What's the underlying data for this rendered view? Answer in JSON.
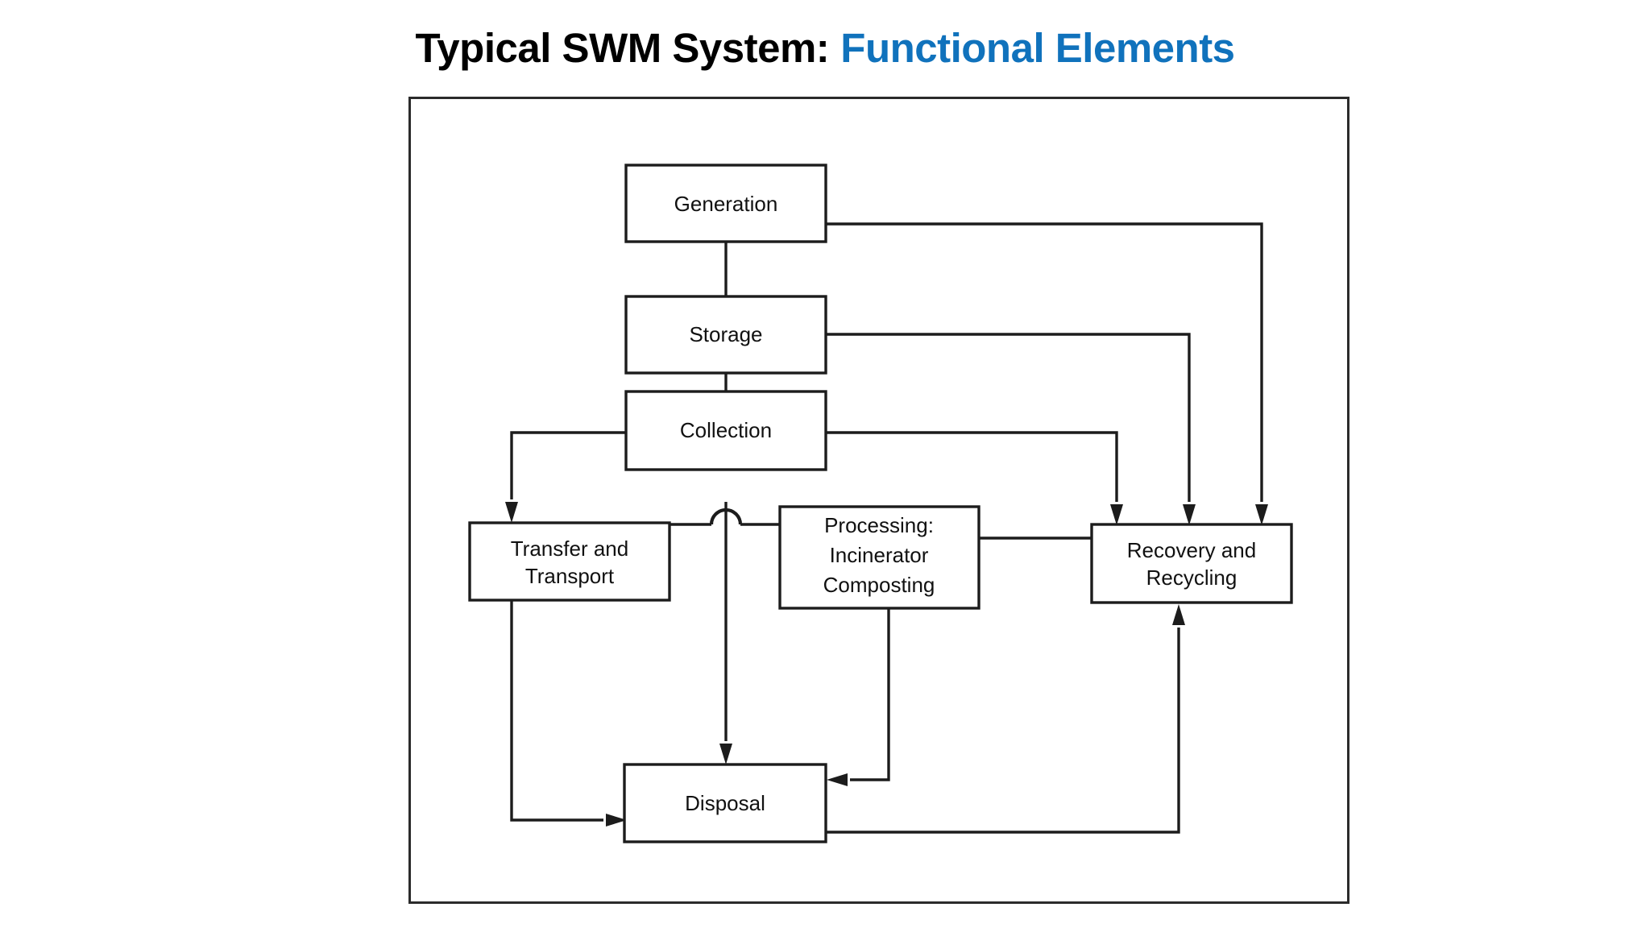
{
  "slide": {
    "title": {
      "part_black": "Typical SWM System:",
      "part_blue": "Functional Elements",
      "accent_color": "#1072BC",
      "text_color": "#000000"
    },
    "background_color": "#ffffff"
  },
  "figure": {
    "border_color": "#2b2b2b",
    "line_color": "#1c1c1c",
    "nodes": [
      {
        "id": "generation",
        "label": "Generation",
        "lines": [
          "Generation"
        ]
      },
      {
        "id": "storage",
        "label": "Storage",
        "lines": [
          "Storage"
        ]
      },
      {
        "id": "collection",
        "label": "Collection",
        "lines": [
          "Collection"
        ]
      },
      {
        "id": "transfer",
        "label": "Transfer and Transport",
        "lines": [
          "Transfer and",
          "Transport"
        ]
      },
      {
        "id": "processing",
        "label": "Processing: Incinerator Composting",
        "lines": [
          "Processing:",
          "Incinerator",
          "Composting"
        ]
      },
      {
        "id": "recovery",
        "label": "Recovery and Recycling",
        "lines": [
          "Recovery and",
          "Recycling"
        ]
      },
      {
        "id": "disposal",
        "label": "Disposal",
        "lines": [
          "Disposal"
        ]
      }
    ],
    "edges": [
      {
        "from": "generation",
        "to": "storage",
        "arrow": true
      },
      {
        "from": "generation",
        "to": "recovery",
        "arrow": true
      },
      {
        "from": "storage",
        "to": "collection",
        "arrow": true
      },
      {
        "from": "storage",
        "to": "recovery",
        "arrow": true
      },
      {
        "from": "collection",
        "to": "transfer",
        "arrow": true
      },
      {
        "from": "collection",
        "to": "recovery",
        "arrow": true
      },
      {
        "from": "collection",
        "to": "disposal",
        "arrow": true
      },
      {
        "from": "transfer",
        "to": "processing",
        "arrow": false
      },
      {
        "from": "transfer",
        "to": "disposal",
        "arrow": true
      },
      {
        "from": "processing",
        "to": "recovery",
        "arrow": false
      },
      {
        "from": "processing",
        "to": "disposal",
        "arrow": true
      },
      {
        "from": "disposal",
        "to": "recovery",
        "arrow": true
      }
    ]
  }
}
